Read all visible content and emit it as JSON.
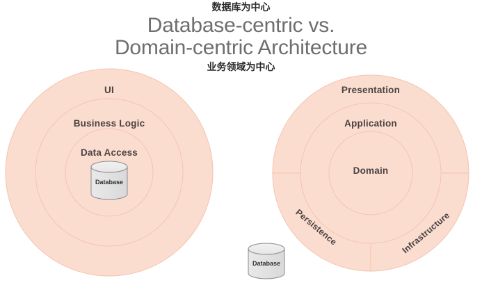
{
  "title": {
    "cn_top": "数据库为中心",
    "line1": "Database-centric vs.",
    "line2": "Domain-centric Architecture",
    "cn_bottom": "业务领域为中心"
  },
  "colors": {
    "ring_fill": "#fbddd0",
    "ring_stroke": "#f3c3ae",
    "label_text": "#4a4241",
    "title_text": "#6e6e6e",
    "cn_text": "#2b2b2b",
    "cylinder_fill": "#e3e3e3",
    "cylinder_top": "#ededed",
    "cylinder_stroke": "#8a8a8a",
    "background": "#ffffff"
  },
  "left_diagram": {
    "name": "Database-centric Architecture",
    "layers": [
      {
        "label": "UI",
        "level": "outer"
      },
      {
        "label": "Business Logic",
        "level": "middle"
      },
      {
        "label": "Data Access",
        "level": "inner"
      }
    ],
    "center_element": {
      "label": "Database",
      "type": "cylinder"
    }
  },
  "right_diagram": {
    "name": "Domain-centric Architecture",
    "layers": [
      {
        "label": "Presentation",
        "level": "outer"
      },
      {
        "label": "Application",
        "level": "middle"
      },
      {
        "label": "Domain",
        "level": "inner"
      }
    ],
    "outer_segments": [
      {
        "label": "Persistence",
        "position": "bottom-left"
      },
      {
        "label": "Infrastructure",
        "position": "bottom-right"
      }
    ]
  },
  "external_element": {
    "label": "Database",
    "type": "cylinder"
  }
}
